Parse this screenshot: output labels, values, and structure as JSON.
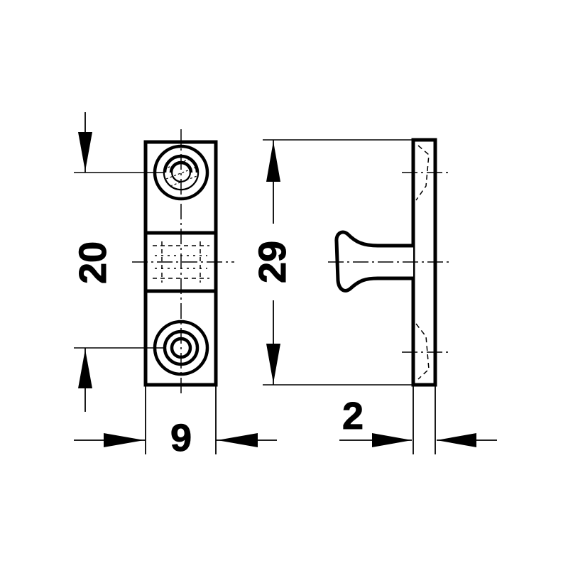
{
  "dimensions": {
    "hole_spacing": "20",
    "overall_height": "29",
    "body_width": "9",
    "plate_thickness": "2"
  },
  "colors": {
    "line": "#000000",
    "background": "#ffffff"
  }
}
